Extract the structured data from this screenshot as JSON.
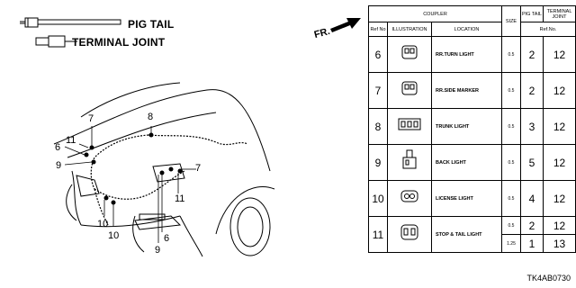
{
  "legend": {
    "pig_tail": "PIG TAIL",
    "terminal_joint": "TERMINAL JOINT"
  },
  "fr_label": "FR.",
  "callouts": [
    {
      "id": "c7a",
      "text": "7"
    },
    {
      "id": "c8",
      "text": "8"
    },
    {
      "id": "c11a",
      "text": "11"
    },
    {
      "id": "c6a",
      "text": "6"
    },
    {
      "id": "c9a",
      "text": "9"
    },
    {
      "id": "c7b",
      "text": "7"
    },
    {
      "id": "c11b",
      "text": "11"
    },
    {
      "id": "c10a",
      "text": "10"
    },
    {
      "id": "c10b",
      "text": "10"
    },
    {
      "id": "c6b",
      "text": "6"
    },
    {
      "id": "c9b",
      "text": "9"
    }
  ],
  "table": {
    "header": {
      "coupler": "COUPLER",
      "size": "SIZE",
      "pig_tail": "PIG TAIL",
      "terminal_joint": "TERMINAL JOINT",
      "ref_no": "Ref No",
      "illustration": "ILLUSTRATION",
      "location": "LOCATION",
      "ref_no2": "Ref.No."
    },
    "rows": [
      {
        "ref": "6",
        "location": "RR.TURN LIGHT",
        "size": "0.5",
        "pig": "2",
        "tj": "12"
      },
      {
        "ref": "7",
        "location": "RR.SIDE MARKER",
        "size": "0.5",
        "pig": "2",
        "tj": "12"
      },
      {
        "ref": "8",
        "location": "TRUNK LIGHT",
        "size": "0.5",
        "pig": "3",
        "tj": "12"
      },
      {
        "ref": "9",
        "location": "BACK LIGHT",
        "size": "0.5",
        "pig": "5",
        "tj": "12"
      },
      {
        "ref": "10",
        "location": "LICENSE LIGHT",
        "size": "0.5",
        "pig": "4",
        "tj": "12"
      },
      {
        "ref": "11",
        "location": "STOP & TAIL LIGHT",
        "size": "0.5",
        "pig": "2",
        "tj": "12",
        "size2": "1.25",
        "pig2": "1",
        "tj2": "13"
      }
    ]
  },
  "diagram_code": "TK4AB0730"
}
